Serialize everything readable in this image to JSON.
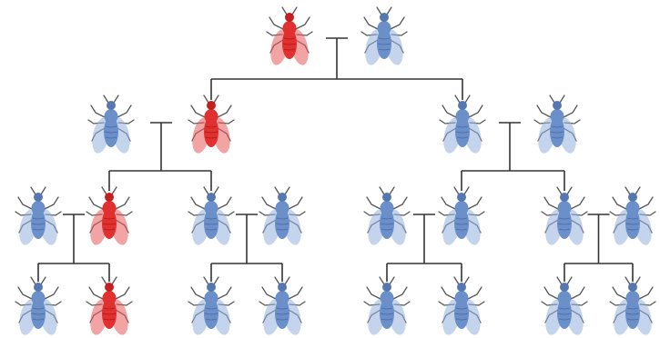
{
  "colors": {
    "red": "#e03030",
    "blue": "#6b8fc8",
    "line": "#333333",
    "background": "#ffffff"
  },
  "icon": "fruit-fly-icon",
  "generations": [
    {
      "generation": 1,
      "flies": [
        {
          "name": "gen1-fly-1",
          "color": "red"
        },
        {
          "name": "gen1-fly-2",
          "color": "blue"
        }
      ]
    },
    {
      "generation": 2,
      "flies": [
        {
          "name": "gen2-fly-1",
          "color": "blue"
        },
        {
          "name": "gen2-fly-2",
          "color": "red"
        },
        {
          "name": "gen2-fly-3",
          "color": "blue"
        },
        {
          "name": "gen2-fly-4",
          "color": "blue"
        }
      ]
    },
    {
      "generation": 3,
      "flies": [
        {
          "name": "gen3-fly-1",
          "color": "blue"
        },
        {
          "name": "gen3-fly-2",
          "color": "red"
        },
        {
          "name": "gen3-fly-3",
          "color": "blue"
        },
        {
          "name": "gen3-fly-4",
          "color": "blue"
        },
        {
          "name": "gen3-fly-5",
          "color": "blue"
        },
        {
          "name": "gen3-fly-6",
          "color": "blue"
        },
        {
          "name": "gen3-fly-7",
          "color": "blue"
        },
        {
          "name": "gen3-fly-8",
          "color": "blue"
        }
      ]
    },
    {
      "generation": 4,
      "flies": [
        {
          "name": "gen4-fly-1",
          "color": "blue"
        },
        {
          "name": "gen4-fly-2",
          "color": "red"
        },
        {
          "name": "gen4-fly-3",
          "color": "blue"
        },
        {
          "name": "gen4-fly-4",
          "color": "blue"
        },
        {
          "name": "gen4-fly-5",
          "color": "blue"
        },
        {
          "name": "gen4-fly-6",
          "color": "blue"
        },
        {
          "name": "gen4-fly-7",
          "color": "blue"
        },
        {
          "name": "gen4-fly-8",
          "color": "blue"
        }
      ]
    }
  ]
}
